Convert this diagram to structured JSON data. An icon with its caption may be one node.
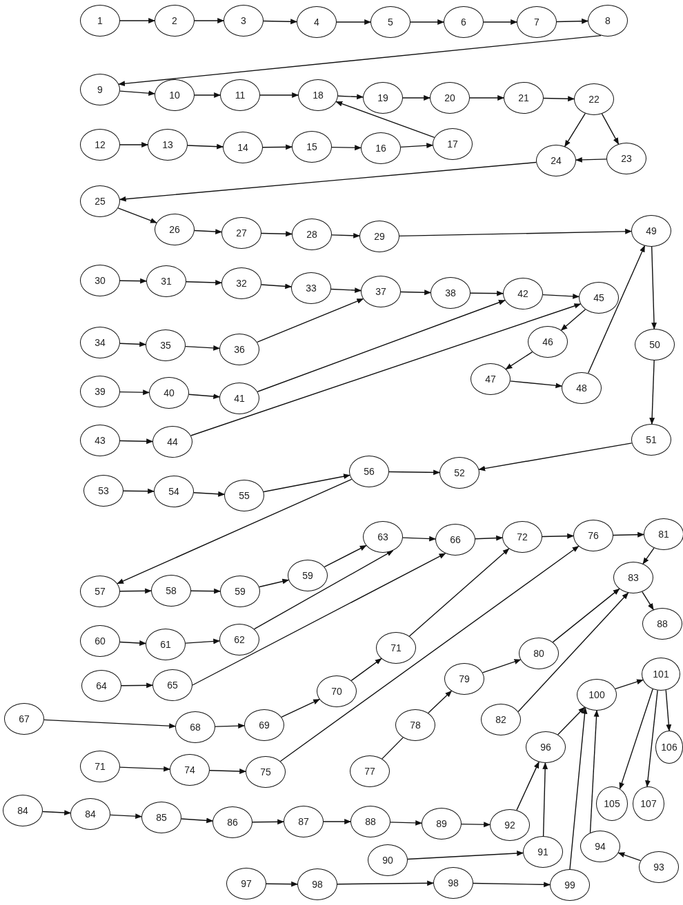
{
  "diagram": {
    "nodes": [
      {
        "text": [
          "1"
        ]
      },
      {
        "text": [
          "2"
        ]
      },
      {
        "text": [
          "3"
        ]
      },
      {
        "text": [
          "4"
        ]
      },
      {
        "text": [
          "5"
        ]
      },
      {
        "text": [
          "6"
        ]
      },
      {
        "text": [
          "7"
        ]
      },
      {
        "text": [
          "8"
        ]
      },
      {
        "text": [
          "9"
        ]
      },
      {
        "text": [
          "10"
        ]
      },
      {
        "text": [
          "11"
        ]
      },
      {
        "text": [
          "18"
        ]
      },
      {
        "text": [
          "19"
        ]
      },
      {
        "text": [
          "20"
        ]
      },
      {
        "text": [
          "21"
        ]
      },
      {
        "text": [
          "22"
        ]
      },
      {
        "text": [
          "12"
        ]
      },
      {
        "text": [
          "13"
        ]
      },
      {
        "text": [
          "14"
        ]
      },
      {
        "text": [
          "15"
        ]
      },
      {
        "text": [
          "16"
        ]
      },
      {
        "text": [
          "17"
        ]
      },
      {
        "text": [
          "24"
        ]
      },
      {
        "text": [
          "23"
        ]
      },
      {
        "text": [
          "25"
        ]
      },
      {
        "text": [
          "26"
        ]
      },
      {
        "text": [
          "27"
        ]
      },
      {
        "text": [
          "28"
        ]
      },
      {
        "text": [
          "29"
        ]
      },
      {
        "text": [
          "49"
        ]
      },
      {
        "text": [
          "30"
        ]
      },
      {
        "text": [
          "31"
        ]
      },
      {
        "text": [
          "32"
        ]
      },
      {
        "text": [
          "33"
        ]
      },
      {
        "text": [
          "37"
        ]
      },
      {
        "text": [
          "38"
        ]
      },
      {
        "text": [
          "42"
        ]
      },
      {
        "text": [
          "45"
        ]
      },
      {
        "text": [
          "34"
        ]
      },
      {
        "text": [
          "35"
        ]
      },
      {
        "text": [
          "36"
        ]
      },
      {
        "text": [
          "46"
        ]
      },
      {
        "text": [
          "50"
        ]
      },
      {
        "text": [
          "39"
        ]
      },
      {
        "text": [
          "40"
        ]
      },
      {
        "text": [
          "41"
        ]
      },
      {
        "text": [
          "47"
        ]
      },
      {
        "text": [
          "48"
        ]
      },
      {
        "text": [
          "43"
        ]
      },
      {
        "text": [
          "44"
        ]
      },
      {
        "text": [
          "51"
        ]
      },
      {
        "text": [
          "53"
        ]
      },
      {
        "text": [
          "54"
        ]
      },
      {
        "text": [
          "55"
        ]
      },
      {
        "text": [
          "56"
        ]
      },
      {
        "text": [
          "52"
        ]
      },
      {
        "text": [
          "63"
        ]
      },
      {
        "text": [
          "66"
        ]
      },
      {
        "text": [
          "72"
        ]
      },
      {
        "text": [
          "76"
        ]
      },
      {
        "text": [
          "81"
        ]
      },
      {
        "text": [
          "57"
        ]
      },
      {
        "text": [
          "58"
        ]
      },
      {
        "text": [
          "59"
        ]
      },
      {
        "text": [
          "59"
        ]
      },
      {
        "text": [
          "83"
        ]
      },
      {
        "text": [
          "60"
        ]
      },
      {
        "text": [
          "61"
        ]
      },
      {
        "text": [
          "62"
        ]
      },
      {
        "text": [
          "88"
        ]
      },
      {
        "text": [
          "71"
        ]
      },
      {
        "text": [
          "80"
        ]
      },
      {
        "text": [
          "101"
        ]
      },
      {
        "text": [
          "64"
        ]
      },
      {
        "text": [
          "65"
        ]
      },
      {
        "text": [
          "70"
        ]
      },
      {
        "text": [
          "79"
        ]
      },
      {
        "text": [
          "100"
        ]
      },
      {
        "text": [
          "67"
        ]
      },
      {
        "text": [
          "68"
        ]
      },
      {
        "text": [
          "69"
        ]
      },
      {
        "text": [
          "78"
        ]
      },
      {
        "text": [
          "82"
        ]
      },
      {
        "text": [
          "96"
        ]
      },
      {
        "text": [
          "106"
        ]
      },
      {
        "text": [
          "71"
        ]
      },
      {
        "text": [
          "74"
        ]
      },
      {
        "text": [
          "75"
        ]
      },
      {
        "text": [
          "77"
        ]
      },
      {
        "text": [
          "84"
        ]
      },
      {
        "text": [
          "84"
        ]
      },
      {
        "text": [
          "85"
        ]
      },
      {
        "text": [
          "86"
        ]
      },
      {
        "text": [
          "87"
        ]
      },
      {
        "text": [
          "88"
        ]
      },
      {
        "text": [
          "89"
        ]
      },
      {
        "text": [
          "92"
        ]
      },
      {
        "text": [
          "105"
        ]
      },
      {
        "text": [
          "107"
        ]
      },
      {
        "text": [
          "90"
        ]
      },
      {
        "text": [
          "91"
        ]
      },
      {
        "text": [
          "94"
        ]
      },
      {
        "text": [
          "93"
        ]
      },
      {
        "text": [
          "97"
        ]
      },
      {
        "text": [
          "98"
        ]
      },
      {
        "text": [
          "98"
        ]
      },
      {
        "text": [
          "99"
        ]
      }
    ],
    "edges": [
      {
        "from": 0,
        "to": 1,
        "arrow": "to"
      },
      {
        "from": 1,
        "to": 2,
        "arrow": "to"
      },
      {
        "from": 2,
        "to": 3,
        "arrow": "to"
      },
      {
        "from": 3,
        "to": 4,
        "arrow": "to"
      },
      {
        "from": 4,
        "to": 5,
        "arrow": "to"
      },
      {
        "from": 5,
        "to": 6,
        "arrow": "to"
      },
      {
        "from": 6,
        "to": 7,
        "arrow": "to"
      },
      {
        "from": 7,
        "to": 8,
        "arrow": "to"
      },
      {
        "from": 8,
        "to": 9,
        "arrow": "to"
      },
      {
        "from": 9,
        "to": 10,
        "arrow": "to"
      },
      {
        "from": 10,
        "to": 11,
        "arrow": "to"
      },
      {
        "from": 11,
        "to": 12,
        "arrow": "to"
      },
      {
        "from": 12,
        "to": 13,
        "arrow": "to"
      },
      {
        "from": 13,
        "to": 14,
        "arrow": "to"
      },
      {
        "from": 14,
        "to": 15,
        "arrow": "to"
      },
      {
        "from": 15,
        "to": 22,
        "arrow": "to"
      },
      {
        "from": 15,
        "to": 23,
        "arrow": "to"
      },
      {
        "from": 23,
        "to": 22,
        "arrow": "to"
      },
      {
        "from": 16,
        "to": 17,
        "arrow": "to"
      },
      {
        "from": 17,
        "to": 18,
        "arrow": "to"
      },
      {
        "from": 18,
        "to": 19,
        "arrow": "to"
      },
      {
        "from": 19,
        "to": 20,
        "arrow": "to"
      },
      {
        "from": 20,
        "to": 21,
        "arrow": "to"
      },
      {
        "from": 21,
        "to": 11,
        "arrow": "to"
      },
      {
        "from": 22,
        "to": 24,
        "arrow": "to"
      },
      {
        "from": 24,
        "to": 25,
        "arrow": "to"
      },
      {
        "from": 25,
        "to": 26,
        "arrow": "to"
      },
      {
        "from": 26,
        "to": 27,
        "arrow": "to"
      },
      {
        "from": 27,
        "to": 28,
        "arrow": "to"
      },
      {
        "from": 28,
        "to": 29,
        "arrow": "to"
      },
      {
        "from": 30,
        "to": 31,
        "arrow": "to"
      },
      {
        "from": 31,
        "to": 32,
        "arrow": "to"
      },
      {
        "from": 32,
        "to": 33,
        "arrow": "to"
      },
      {
        "from": 33,
        "to": 34,
        "arrow": "to"
      },
      {
        "from": 34,
        "to": 35,
        "arrow": "to"
      },
      {
        "from": 35,
        "to": 36,
        "arrow": "to"
      },
      {
        "from": 36,
        "to": 37,
        "arrow": "to"
      },
      {
        "from": 38,
        "to": 39,
        "arrow": "to"
      },
      {
        "from": 39,
        "to": 40,
        "arrow": "to"
      },
      {
        "from": 40,
        "to": 34,
        "arrow": "to"
      },
      {
        "from": 43,
        "to": 44,
        "arrow": "to"
      },
      {
        "from": 44,
        "to": 45,
        "arrow": "to"
      },
      {
        "from": 45,
        "to": 36,
        "arrow": "to"
      },
      {
        "from": 48,
        "to": 49,
        "arrow": "to"
      },
      {
        "from": 49,
        "to": 37,
        "arrow": "to"
      },
      {
        "from": 37,
        "to": 41,
        "arrow": "to"
      },
      {
        "from": 41,
        "to": 46,
        "arrow": "to"
      },
      {
        "from": 46,
        "to": 47,
        "arrow": "to"
      },
      {
        "from": 47,
        "to": 29,
        "arrow": "to"
      },
      {
        "from": 29,
        "to": 42,
        "arrow": "to"
      },
      {
        "from": 42,
        "to": 50,
        "arrow": "to"
      },
      {
        "from": 50,
        "to": 55,
        "arrow": "to"
      },
      {
        "from": 51,
        "to": 52,
        "arrow": "to"
      },
      {
        "from": 52,
        "to": 53,
        "arrow": "to"
      },
      {
        "from": 53,
        "to": 54,
        "arrow": "to"
      },
      {
        "from": 54,
        "to": 55,
        "arrow": "to"
      },
      {
        "from": 54,
        "to": 61,
        "arrow": "to"
      },
      {
        "from": 61,
        "to": 62,
        "arrow": "to"
      },
      {
        "from": 62,
        "to": 63,
        "arrow": "to"
      },
      {
        "from": 63,
        "to": 64,
        "arrow": "to"
      },
      {
        "from": 64,
        "to": 56,
        "arrow": "to"
      },
      {
        "from": 68,
        "to": 56,
        "arrow": "to"
      },
      {
        "from": 56,
        "to": 57,
        "arrow": "to"
      },
      {
        "from": 74,
        "to": 57,
        "arrow": "to"
      },
      {
        "from": 57,
        "to": 58,
        "arrow": "to"
      },
      {
        "from": 58,
        "to": 59,
        "arrow": "to"
      },
      {
        "from": 59,
        "to": 60,
        "arrow": "to"
      },
      {
        "from": 60,
        "to": 65,
        "arrow": "to"
      },
      {
        "from": 65,
        "to": 69,
        "arrow": "to"
      },
      {
        "from": 66,
        "to": 67,
        "arrow": "to"
      },
      {
        "from": 67,
        "to": 68,
        "arrow": "to"
      },
      {
        "from": 73,
        "to": 74,
        "arrow": "to"
      },
      {
        "from": 70,
        "to": 58,
        "arrow": "to"
      },
      {
        "from": 75,
        "to": 70,
        "arrow": "to"
      },
      {
        "from": 80,
        "to": 75,
        "arrow": "to"
      },
      {
        "from": 78,
        "to": 79,
        "arrow": "to"
      },
      {
        "from": 79,
        "to": 80,
        "arrow": "to"
      },
      {
        "from": 87,
        "to": 59,
        "arrow": "to"
      },
      {
        "from": 85,
        "to": 86,
        "arrow": "to"
      },
      {
        "from": 86,
        "to": 87,
        "arrow": "to"
      },
      {
        "from": 88,
        "to": 81,
        "arrow": "none"
      },
      {
        "from": 81,
        "to": 76,
        "arrow": "to"
      },
      {
        "from": 76,
        "to": 71,
        "arrow": "to"
      },
      {
        "from": 71,
        "to": 65,
        "arrow": "to"
      },
      {
        "from": 82,
        "to": 65,
        "arrow": "to"
      },
      {
        "from": 77,
        "to": 72,
        "arrow": "to"
      },
      {
        "from": 72,
        "to": 84,
        "arrow": "to"
      },
      {
        "from": 72,
        "to": 97,
        "arrow": "to"
      },
      {
        "from": 72,
        "to": 98,
        "arrow": "to"
      },
      {
        "from": 83,
        "to": 77,
        "arrow": "to"
      },
      {
        "from": 96,
        "to": 83,
        "arrow": "to"
      },
      {
        "from": 100,
        "to": 83,
        "arrow": "to"
      },
      {
        "from": 106,
        "to": 77,
        "arrow": "to"
      },
      {
        "from": 101,
        "to": 77,
        "arrow": "to"
      },
      {
        "from": 102,
        "to": 101,
        "arrow": "to"
      },
      {
        "from": 99,
        "to": 100,
        "arrow": "to"
      },
      {
        "from": 103,
        "to": 104,
        "arrow": "to"
      },
      {
        "from": 104,
        "to": 105,
        "arrow": "to"
      },
      {
        "from": 105,
        "to": 106,
        "arrow": "to"
      },
      {
        "from": 89,
        "to": 90,
        "arrow": "to"
      },
      {
        "from": 90,
        "to": 91,
        "arrow": "to"
      },
      {
        "from": 91,
        "to": 92,
        "arrow": "to"
      },
      {
        "from": 92,
        "to": 93,
        "arrow": "to"
      },
      {
        "from": 93,
        "to": 94,
        "arrow": "to"
      },
      {
        "from": 94,
        "to": 95,
        "arrow": "to"
      },
      {
        "from": 95,
        "to": 96,
        "arrow": "to"
      }
    ]
  }
}
